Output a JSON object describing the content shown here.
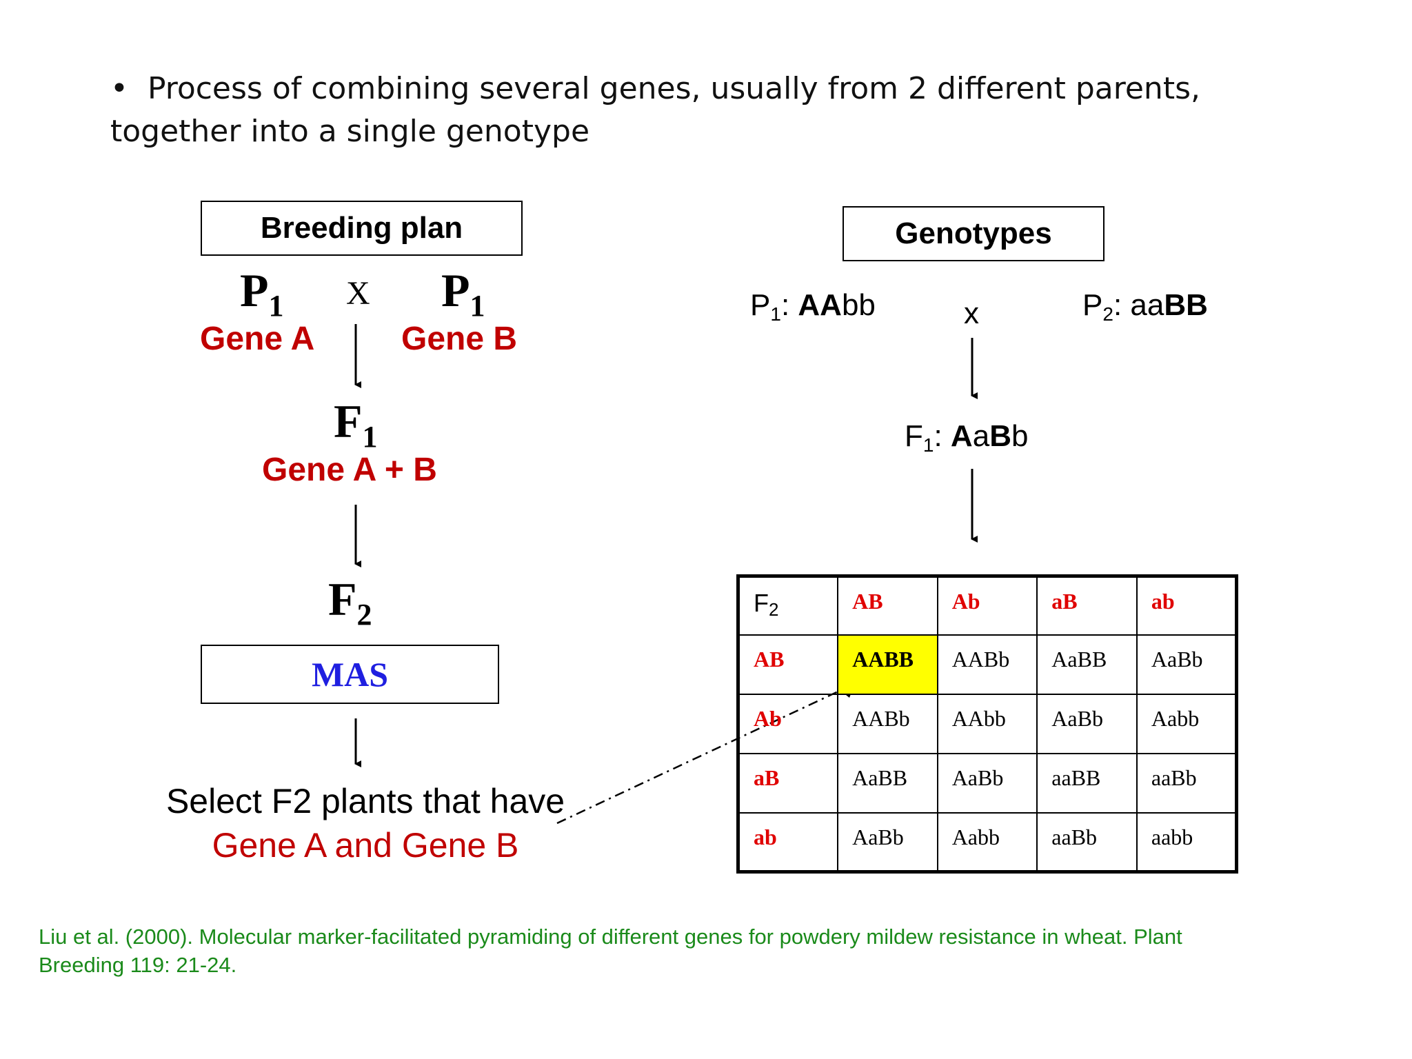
{
  "intro": {
    "bullet": "•",
    "line1": "Process of combining several genes, usually from 2 different parents,",
    "line2": "together into a single genotype"
  },
  "breeding_plan": {
    "title": "Breeding plan",
    "parent1": {
      "letter": "P",
      "sub": "1",
      "gene": "Gene A"
    },
    "cross": "X",
    "parent2": {
      "letter": "P",
      "sub": "1",
      "gene": "Gene B"
    },
    "f1": {
      "letter": "F",
      "sub": "1",
      "gene": "Gene A + B"
    },
    "f2": {
      "letter": "F",
      "sub": "2"
    },
    "mas": "MAS",
    "select_line1": "Select F2 plants that have",
    "select_line2": "Gene A and Gene B"
  },
  "genotypes": {
    "title": "Genotypes",
    "p1": {
      "label": "P",
      "sub": "1",
      "sep": ": ",
      "bold": "AA",
      "rest": "bb"
    },
    "cross": "x",
    "p2": {
      "label": "P",
      "sub": "2",
      "sep": ": ",
      "rest": "aa",
      "bold": "BB"
    },
    "f1": {
      "label": "F",
      "sub": "1",
      "sep": ": ",
      "b1": "A",
      "n1": "a",
      "b2": "B",
      "n2": "b"
    },
    "punnett": {
      "corner": {
        "label": "F",
        "sub": "2"
      },
      "col_headers": [
        "AB",
        "Ab",
        "aB",
        "ab"
      ],
      "rows": [
        {
          "header": "AB",
          "cells": [
            "AABB",
            "AABb",
            "AaBB",
            "AaBb"
          ]
        },
        {
          "header": "Ab",
          "cells": [
            "AABb",
            "AAbb",
            "AaBb",
            "Aabb"
          ]
        },
        {
          "header": "aB",
          "cells": [
            "AaBB",
            "AaBb",
            "aaBB",
            "aaBb"
          ]
        },
        {
          "header": "ab",
          "cells": [
            "AaBb",
            "Aabb",
            "aaBb",
            "aabb"
          ]
        }
      ]
    }
  },
  "citation": {
    "line1": "Liu et al. (2000). Molecular marker-facilitated pyramiding of different genes for powdery mildew resistance in wheat.  Plant",
    "line2": "Breeding 119: 21-24."
  },
  "colors": {
    "gene_red": "#c00000",
    "mas_blue": "#1f1fe0",
    "highlight": "#ffff00",
    "citation_green": "#1a8a1a"
  }
}
